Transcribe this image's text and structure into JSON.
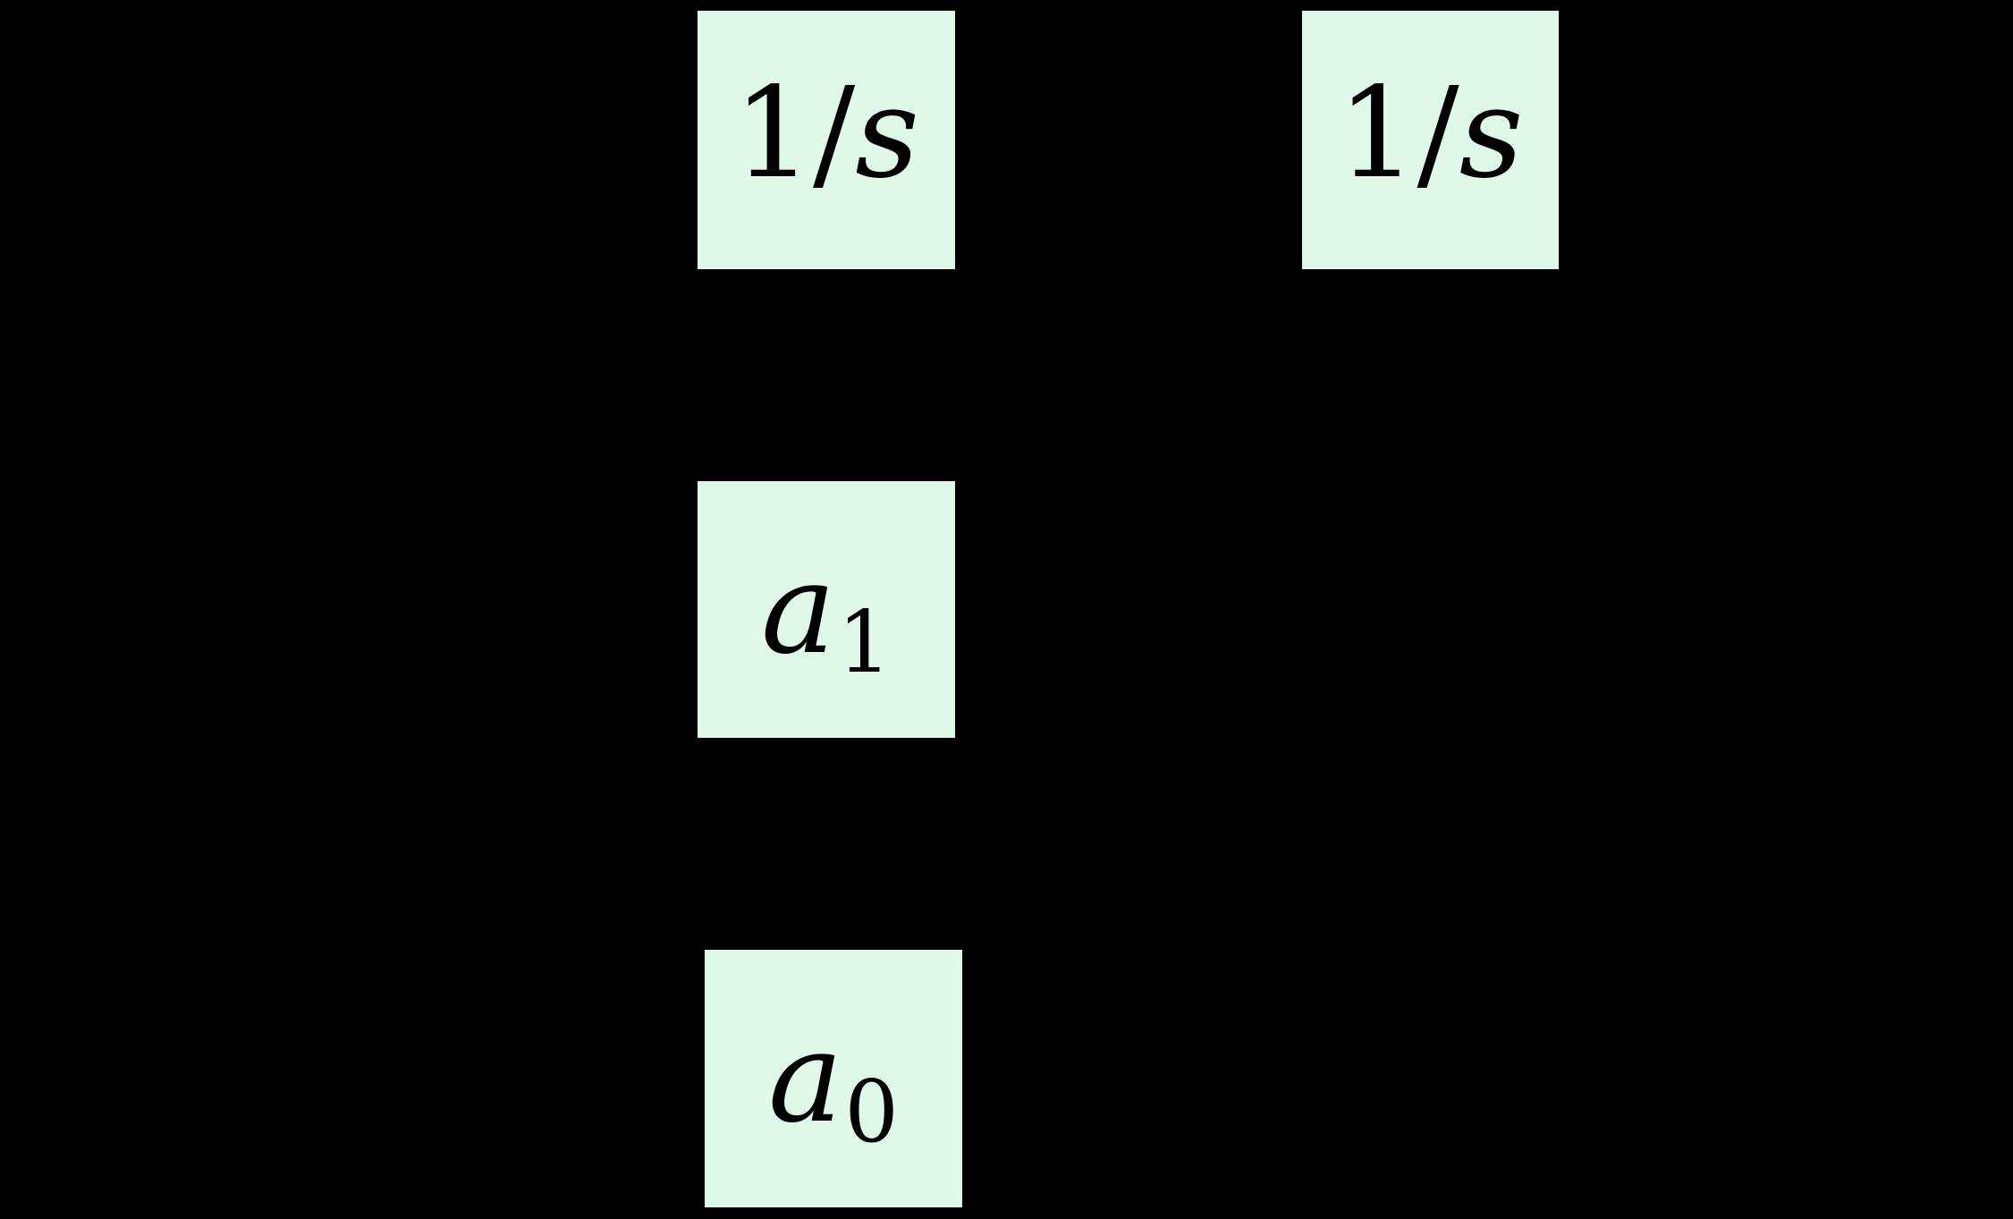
{
  "colors": {
    "background": "#000000",
    "block_fill": "#dff8e8",
    "block_text": "#000000"
  },
  "blocks": {
    "integrator1": {
      "roman": "1/",
      "italic": "s"
    },
    "integrator2": {
      "roman": "1/",
      "italic": "s"
    },
    "gain_a1": {
      "base": "a",
      "subscript": "1"
    },
    "gain_a0": {
      "base": "a",
      "subscript": "0"
    }
  }
}
